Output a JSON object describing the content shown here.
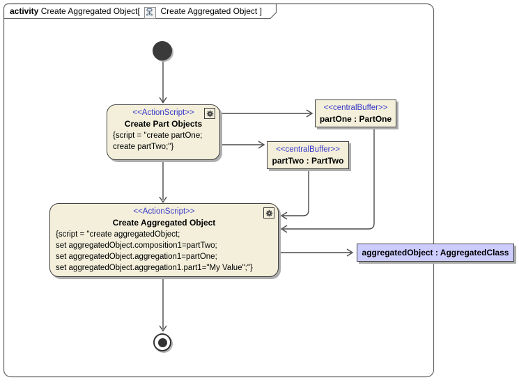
{
  "frame": {
    "type_label": "activity",
    "activity_name": "Create Aggregated Object",
    "open_bracket": "[",
    "diagram_ref": "Create Aggregated Object",
    "close_bracket": "]"
  },
  "nodes": {
    "action_create_parts": {
      "stereotype": "<<ActionScript>>",
      "name": "Create Part Objects",
      "script": [
        "{script = \"create partOne;",
        "create partTwo;\"}"
      ]
    },
    "action_create_aggregated": {
      "stereotype": "<<ActionScript>>",
      "name": "Create Aggregated Object",
      "script": [
        "{script = \"create aggregatedObject;",
        "set aggregatedObject.composition1=partTwo;",
        "set aggregatedObject.aggregation1=partOne;",
        "set aggregatedObject.aggregation1.part1=\"My Value\";\"}"
      ]
    },
    "buffer_part_one": {
      "stereotype": "<<centralBuffer>>",
      "name": "partOne : PartOne"
    },
    "buffer_part_two": {
      "stereotype": "<<centralBuffer>>",
      "name": "partTwo : PartTwo"
    },
    "object_aggregated": {
      "name": "aggregatedObject : AggregatedClass"
    }
  },
  "colors": {
    "canvas_bg": "#FFFFFF",
    "node_fill": "#F3EFDB",
    "node_border": "#3F3F3F",
    "stereotype_text": "#3737C8",
    "object_node_fill": "#CCCCFF",
    "edge_line": "#4A4A4A",
    "frame_border": "#636363",
    "drop_shadow": "#ADADAD",
    "initial_node_fill": "#3A3A3A"
  }
}
